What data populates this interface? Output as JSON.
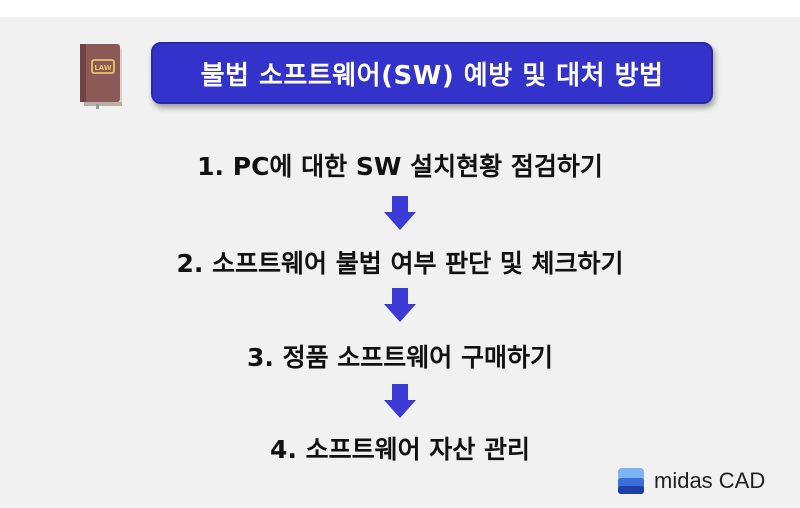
{
  "header": {
    "title": "불법 소프트웨어(SW) 예방 및 대처 방법",
    "book_label": "LAW"
  },
  "steps": [
    "1. PC에 대한 SW 설치현황 점검하기",
    "2. 소프트웨어 불법 여부 판단 및 체크하기",
    "3. 정품 소프트웨어 구매하기",
    "4. 소프트웨어 자산 관리"
  ],
  "brand": {
    "name": "midas CAD"
  },
  "colors": {
    "accent": "#3333cc",
    "arrow": "#3a3ad6",
    "book": "#8b5a58"
  }
}
